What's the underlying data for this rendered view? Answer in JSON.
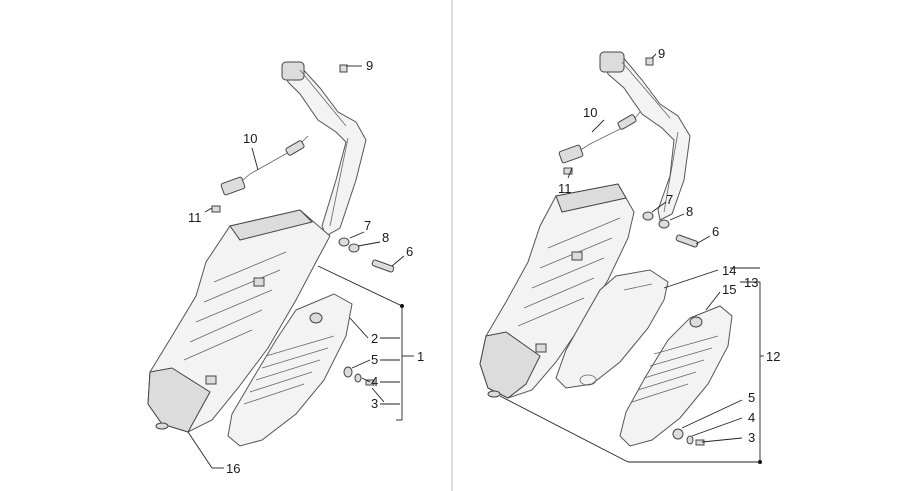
{
  "left_panel": {
    "callouts": {
      "n9": "9",
      "n10": "10",
      "n11": "11",
      "n7": "7",
      "n8": "8",
      "n6": "6",
      "n2": "2",
      "n5": "5",
      "n1": "1",
      "n4": "4",
      "n3": "3",
      "n16": "16"
    }
  },
  "right_panel": {
    "callouts": {
      "n9": "9",
      "n10": "10",
      "n11": "11",
      "n7": "7",
      "n8": "8",
      "n6": "6",
      "n14": "14",
      "n13": "13",
      "n15": "15",
      "n12": "12",
      "n5": "5",
      "n4": "4",
      "n3": "3"
    }
  }
}
